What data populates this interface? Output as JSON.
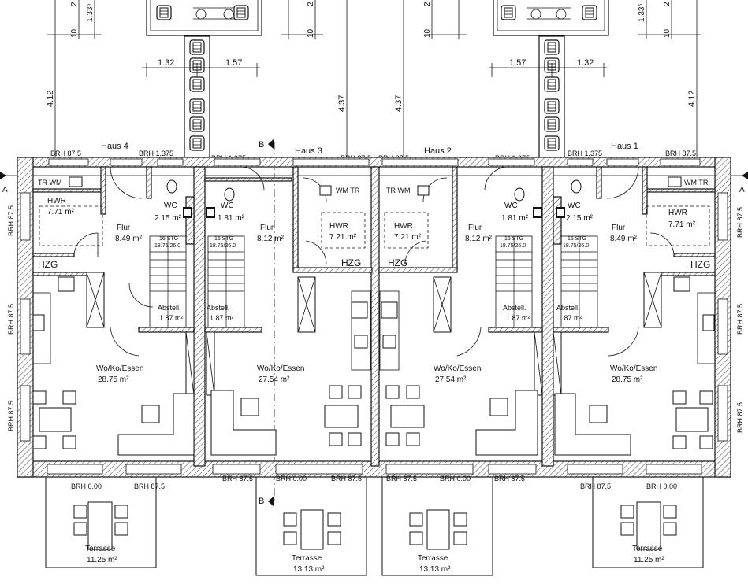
{
  "houses": {
    "haus4": "Haus 4",
    "haus3": "Haus 3",
    "haus2": "Haus 2",
    "haus1": "Haus 1"
  },
  "section_markers": {
    "left_axis": "A",
    "right_axis": "A",
    "top_cut": "B",
    "bottom_cut": "B"
  },
  "top_dimensions": {
    "d1": "1.32",
    "d2": "1.57",
    "d3": "1.57",
    "d4": "1.32",
    "v_left": "4.12",
    "v_mid1": "4.37",
    "v_mid2": "4.37",
    "v_right": "4.12",
    "t10a": "10",
    "t10b": "10",
    "t10c": "10",
    "t10d": "10",
    "t135a": "1.33⁵",
    "t135b": "1.33⁵",
    "t2a": "2",
    "t2b": "2",
    "t2c": "2",
    "t2d": "2"
  },
  "brh_labels": {
    "top_1": "BRH 87.5",
    "top_2": "BRH 1.375",
    "top_3": "BRH 1.375",
    "top_4": "BRH 87.5",
    "top_5": "BRH 87.5",
    "top_6": "BRH 1.375",
    "top_7": "BRH 1.375",
    "top_8": "BRH 87.5",
    "left_1": "BRH 87.5",
    "left_2": "BRH 87.5",
    "left_3": "BRH 87.5",
    "right_1": "BRH 87.5",
    "right_2": "BRH 87.5",
    "right_3": "BRH 87.5",
    "bot_1": "BRH 0.00",
    "bot_2": "BRH 87.5",
    "bot_3": "BRH 87.5",
    "bot_4": "BRH 0.00",
    "bot_5": "BRH 87.5",
    "bot_6": "BRH 87.5",
    "bot_7": "BRH 0.00",
    "bot_8": "BRH 87.5",
    "bot_9": "BRH 87.5",
    "bot_10": "BRH 0.00"
  },
  "rooms": {
    "h4": {
      "trwm": "TR WM",
      "hwr": "HWR",
      "hwr_area": "7.71 m²",
      "flur": "Flur",
      "flur_area": "8.49 m²",
      "wc": "WC",
      "wc_area": "2.15 m²",
      "hzg": "HZG",
      "stair": "16 STG",
      "stair_dim": "18.75/26.0",
      "abstell": "Abstell.",
      "abstell_area": "1.87 m²",
      "living": "Wo/Ko/Essen",
      "living_area": "28.75 m²",
      "terrace": "Terrasse",
      "terrace_area": "11.25 m²"
    },
    "h3": {
      "wmtr": "WM TR",
      "hwr": "HWR",
      "hwr_area": "7.21 m²",
      "flur": "Flur",
      "flur_area": "8.12 m²",
      "wc": "WC",
      "wc_area": "1.81 m²",
      "hzg": "HZG",
      "stair": "16 STG",
      "stair_dim": "18.75/26.0",
      "abstell": "Abstell.",
      "abstell_area": "1.87 m²",
      "living": "Wo/Ko/Essen",
      "living_area": "27.54 m²",
      "terrace": "Terrasse",
      "terrace_area": "13.13 m²"
    },
    "h2": {
      "trwm": "TR WM",
      "hwr": "HWR",
      "hwr_area": "7.21 m²",
      "flur": "Flur",
      "flur_area": "8.12 m²",
      "wc": "WC",
      "wc_area": "1.81 m²",
      "hzg": "HZG",
      "stair": "16 STG",
      "stair_dim": "18.75/26.0",
      "abstell": "Abstell.",
      "abstell_area": "1.87 m²",
      "living": "Wo/Ko/Essen",
      "living_area": "27.54 m²",
      "terrace": "Terrasse",
      "terrace_area": "13.13 m²"
    },
    "h1": {
      "wmtr": "WM TR",
      "hwr": "HWR",
      "hwr_area": "7.71 m²",
      "flur": "Flur",
      "flur_area": "8.49 m²",
      "wc": "WC",
      "wc_area": "2.15 m²",
      "hzg": "HZG",
      "stair": "16 STG",
      "stair_dim": "18.75/26.0",
      "abstell": "Abstell.",
      "abstell_area": "1.87 m²",
      "living": "Wo/Ko/Essen",
      "living_area": "28.75 m²",
      "terrace": "Terrasse",
      "terrace_area": "11.25 m²"
    }
  }
}
